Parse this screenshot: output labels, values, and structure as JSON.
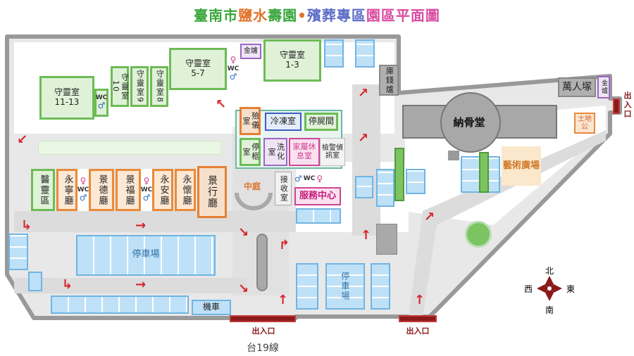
{
  "title": {
    "part1": "臺南市",
    "part2": "鹽水",
    "part3": "壽園",
    "dot": "•",
    "part4": "殯葬專區",
    "part5": "園區平面圖"
  },
  "rooms": {
    "shouling_11_13": "守靈室\n11-13",
    "shouling_10": "守靈室10",
    "shouling_9": "守靈室9",
    "shouling_8": "守靈室8",
    "shouling_5_7": "守靈室\n5-7",
    "shouling_1_3": "守靈室\n1-3",
    "jinlu_top": "金爐",
    "kuqian_lu": "庫錢爐",
    "nagutang": "納骨堂",
    "wanrenzhong": "萬人塚",
    "jinlu_right": "金爐",
    "tudigong": "土地公",
    "yishu_guangchang": "藝術廣場",
    "yanyi_shi": "殮儀室",
    "lengdong_shi": "冷凍室",
    "tingshi_jian": "停屍間",
    "tingjiu_shi": "停柩室",
    "xihua_shi": "洗化室",
    "jiashu_xiuxi": "家屬休息室",
    "jianjing_zhenxun": "檢警偵訊室",
    "jieshou_shi": "接收室",
    "fuwu_zhongxin": "服務中心",
    "zhongting": "中庭",
    "yiling_ting": "醫靈區",
    "yongning_ting": "永寧廳",
    "jingde_ting": "景德廳",
    "jingfu_ting": "景福廳",
    "yongan_ting": "永安廳",
    "yonghuai_ting": "永懷廳",
    "jingxing_ting": "景行廳"
  },
  "labels": {
    "parking_main": "停車場",
    "parking_center": "停車場",
    "motorcycle": "機車",
    "gate_bottom_left": "出入口",
    "gate_bottom_right": "出入口",
    "gate_right": "出入口",
    "road_name": "台19線",
    "wc": "WC"
  },
  "compass": {
    "north": "北",
    "south": "南",
    "east": "東",
    "west": "西"
  },
  "colors": {
    "green": "#6dbb56",
    "orange": "#e88a3a",
    "parking": "#bfe1f7",
    "arrow": "#d8232a",
    "gate": "#8b1a1a"
  }
}
